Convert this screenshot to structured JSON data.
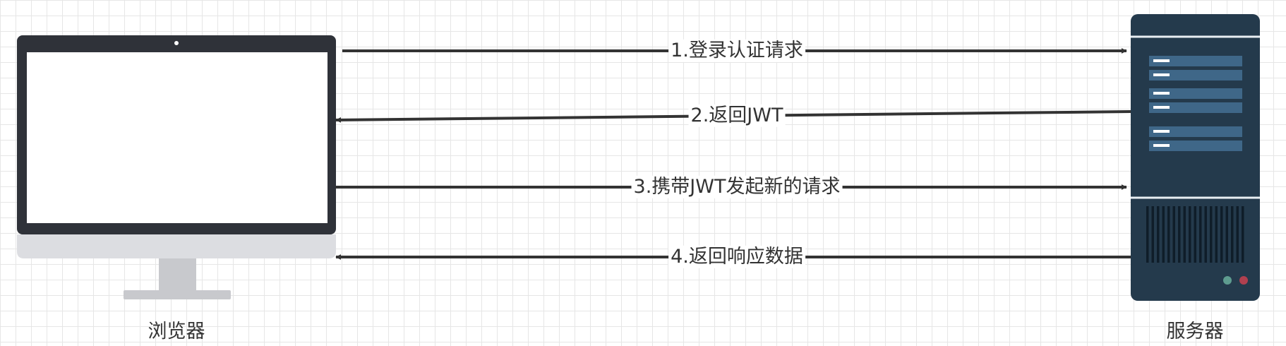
{
  "nodes": {
    "browser": {
      "label": "浏览器"
    },
    "server": {
      "label": "服务器"
    }
  },
  "messages": [
    {
      "label": "1.登录认证请求",
      "direction": "to-server"
    },
    {
      "label": "2.返回JWT",
      "direction": "to-browser"
    },
    {
      "label": "3.携带JWT发起新的请求",
      "direction": "to-server"
    },
    {
      "label": "4.返回响应数据",
      "direction": "to-browser"
    }
  ],
  "colors": {
    "background": "#ffffff",
    "grid": "#e6e6e6",
    "arrow": "#333333",
    "monitor_frame": "#2f3239",
    "monitor_stand": "#c8c9cd",
    "server_body": "#243a4c",
    "server_drive": "#3f6788",
    "led_green": "#5e9c8f",
    "led_red": "#b0404f"
  }
}
